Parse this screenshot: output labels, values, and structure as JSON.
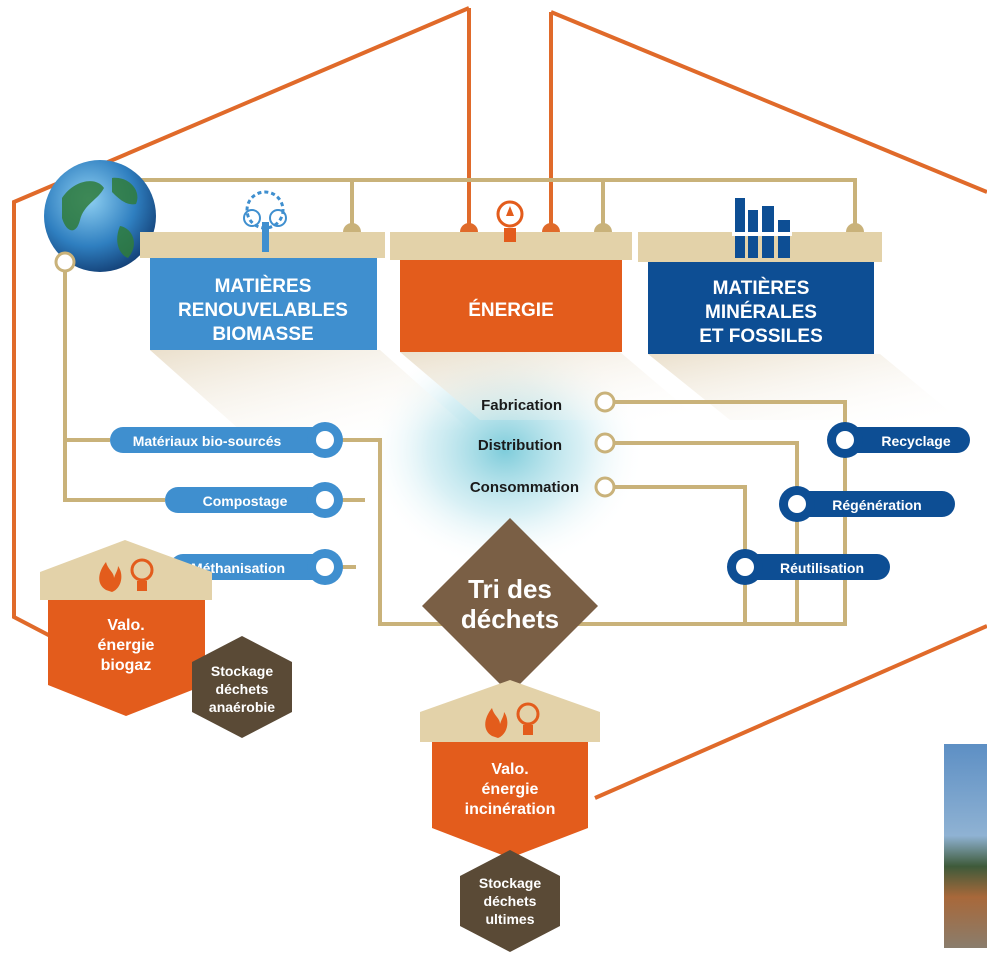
{
  "colors": {
    "orange": "#e35c1c",
    "light_blue": "#3f8fcf",
    "dark_blue": "#0d4e94",
    "tan": "#c9b27a",
    "roof": "#e3d2a9",
    "brown": "#5a4a36",
    "mauve_brown": "#7a5f45",
    "hex_line": "#e06a2a"
  },
  "resources": {
    "renewable": [
      "MATIÈRES",
      "RENOUVELABLES",
      "BIOMASSE"
    ],
    "energy": "ÉNERGIE",
    "mineral": [
      "MATIÈRES",
      "MINÉRALES",
      "ET FOSSILES"
    ]
  },
  "lifecycle": {
    "fabrication": "Fabrication",
    "distribution": "Distribution",
    "consommation": "Consommation"
  },
  "left_flows": {
    "bio": "Matériaux bio-sourcés",
    "compost": "Compostage",
    "metha": "Méthanisation"
  },
  "right_flows": {
    "recyclage": "Recyclage",
    "regeneration": "Régénération",
    "reutilisation": "Réutilisation"
  },
  "tri": [
    "Tri des",
    "déchets"
  ],
  "valo_biogaz": [
    "Valo.",
    "énergie",
    "biogaz"
  ],
  "stockage_anaerobie": [
    "Stockage",
    "déchets",
    "anaérobie"
  ],
  "valo_incineration": [
    "Valo.",
    "énergie",
    "incinération"
  ],
  "stockage_ultimes": [
    "Stockage",
    "déchets",
    "ultimes"
  ],
  "icons": [
    "globe-icon",
    "tree-icon",
    "lightbulb-icon",
    "factory-icon",
    "flame-icon"
  ]
}
